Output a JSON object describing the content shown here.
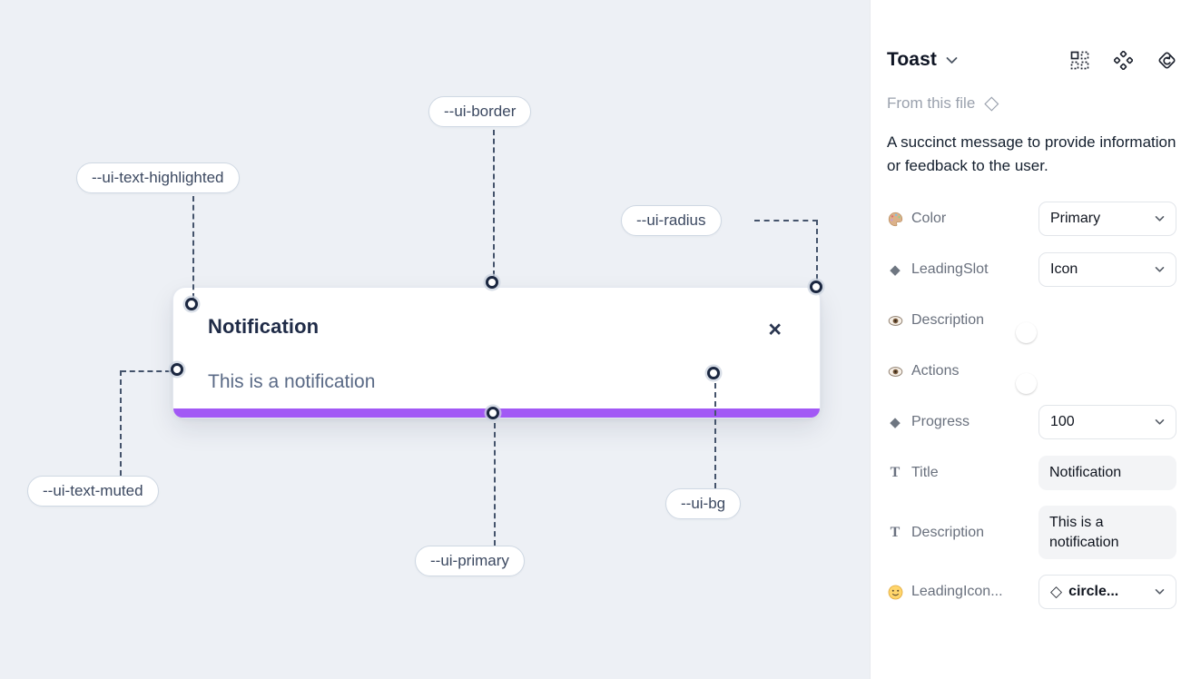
{
  "canvas": {
    "toast": {
      "title": "Notification",
      "description": "This is a notification",
      "close_label": "×"
    },
    "annotations": [
      {
        "id": "border",
        "label": "--ui-border"
      },
      {
        "id": "text_highlighted",
        "label": "--ui-text-highlighted"
      },
      {
        "id": "radius",
        "label": "--ui-radius"
      },
      {
        "id": "text_muted",
        "label": "--ui-text-muted"
      },
      {
        "id": "primary",
        "label": "--ui-primary"
      },
      {
        "id": "bg",
        "label": "--ui-bg"
      }
    ]
  },
  "panel": {
    "title": "Toast",
    "source": "From this file",
    "source_icon": "◇",
    "description": "A succinct message to provide information or feedback to the user.",
    "header_icons": [
      "instance-grid-icon",
      "component-icon",
      "detach-instance-icon"
    ],
    "rows": [
      {
        "icon": "palette-icon",
        "label": "Color",
        "type": "select",
        "value": "Primary"
      },
      {
        "icon": "diamond-icon",
        "label": "LeadingSlot",
        "type": "select",
        "value": "Icon",
        "icon_glyph": "◆"
      },
      {
        "icon": "eye-icon",
        "label": "Description",
        "type": "toggle",
        "value": "on"
      },
      {
        "icon": "eye-icon",
        "label": "Actions",
        "type": "toggle",
        "value": "on"
      },
      {
        "icon": "diamond-icon",
        "label": "Progress",
        "type": "select",
        "value": "100",
        "icon_glyph": "◆"
      },
      {
        "icon": "text-icon",
        "label": "Title",
        "type": "text",
        "value": "Notification",
        "icon_glyph": "T"
      },
      {
        "icon": "text-icon",
        "label": "Description",
        "type": "text",
        "value": "This is a notification",
        "icon_glyph": "T"
      },
      {
        "icon": "smiley-icon",
        "label": "LeadingIcon...",
        "type": "icon-select",
        "value": "circle...",
        "value_icon": "◇"
      }
    ]
  },
  "colors": {
    "canvas_bg": "#edf0f5",
    "accent_primary": "#a259f5",
    "toggle_on": "#219af2",
    "connector": "#44536b"
  }
}
